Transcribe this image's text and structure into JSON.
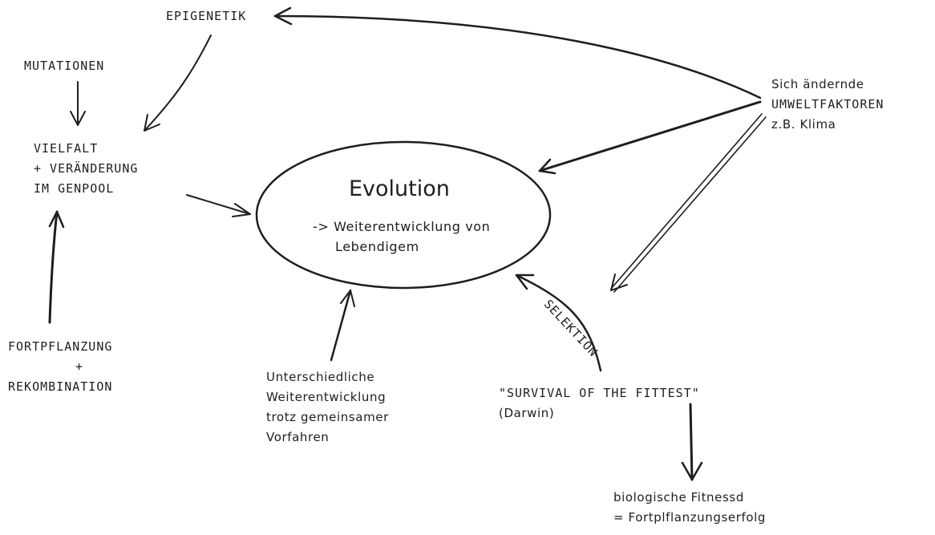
{
  "center": {
    "title": "Evolution",
    "subtitle_lines": [
      "-> Weiterentwicklung von",
      "Lebendigem"
    ]
  },
  "nodes": {
    "epigenetik": "EPIGENETIK",
    "mutationen": "MUTATIONEN",
    "vielfalt": [
      "VIELFALT",
      "+ VERÄNDERUNG",
      "IM GENPOOL"
    ],
    "fortpflanzung": [
      "FORTPFLANZUNG",
      "+",
      "REKOMBINATION"
    ],
    "unterschiedliche": [
      "Unterschiedliche",
      "Weiterentwicklung",
      "trotz gemeinsamer",
      "Vorfahren"
    ],
    "umweltfaktoren": [
      "Sich ändernde",
      "UMWELTFAKTOREN",
      "z.B. Klima"
    ],
    "survival": [
      "\"SURVIVAL OF THE FITTEST\"",
      "(Darwin)"
    ],
    "fitness": [
      "biologische Fitnessd",
      "= Fortplflanzungserfolg"
    ],
    "selektion": "SELEKTION"
  },
  "colors": {
    "ink": "#1e1e1e",
    "background": "#ffffff"
  }
}
